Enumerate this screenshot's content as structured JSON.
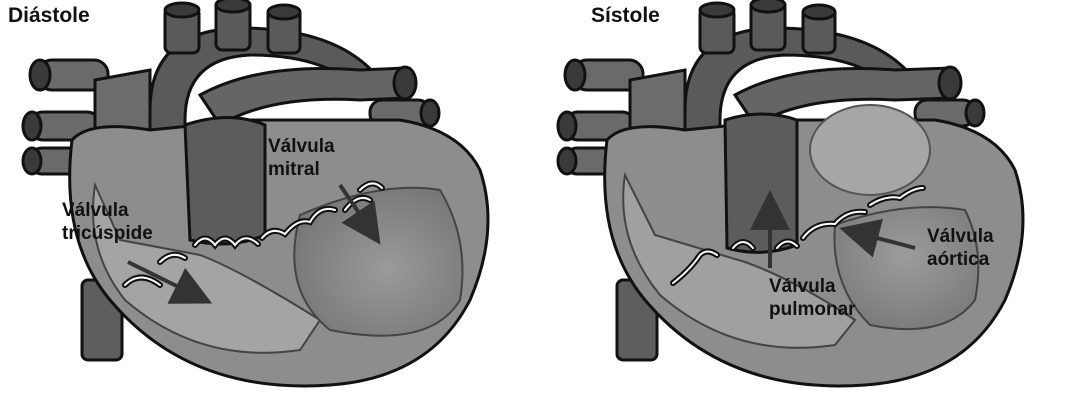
{
  "diastole": {
    "title": "Diástole",
    "labels": {
      "mitral_line1": "Válvula",
      "mitral_line2": "mitral",
      "tricuspid_line1": "Válvula",
      "tricuspid_line2": "tricúspide"
    }
  },
  "systole": {
    "title": "Sístole",
    "labels": {
      "aortic_line1": "Válvula",
      "aortic_line2": "aórtica",
      "pulmonary_line1": "Válvula",
      "pulmonary_line2": "pulmonar"
    }
  }
}
